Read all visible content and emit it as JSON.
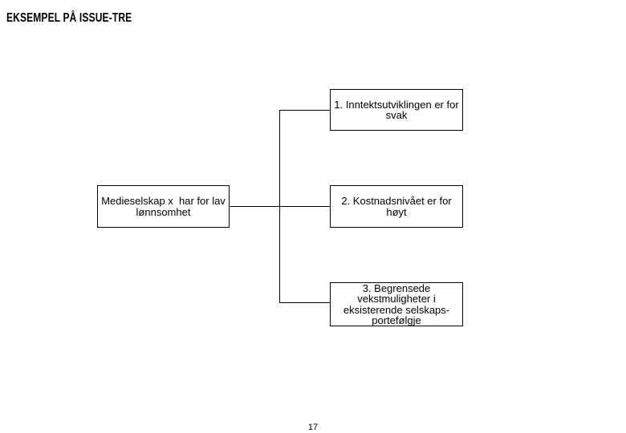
{
  "slide": {
    "title": "EKSEMPEL PÅ ISSUE-TRE",
    "page_number": "17"
  },
  "diagram": {
    "type": "issue-tree",
    "root": {
      "text": "Medieselskap x  har for lav\nlønnsomhet"
    },
    "branches": [
      {
        "text": "1. Inntektsutviklingen er for\nsvak"
      },
      {
        "text": "2. Kostnadsnivået er for\nhøyt"
      },
      {
        "text": "3. Begrensede\nvekstmuligheter i\neksisterende selskaps-\nportefølgje"
      }
    ],
    "colors": {
      "background": "#ffffff",
      "box_fill": "#ffffff",
      "box_border": "#000000",
      "line": "#000000",
      "text": "#000000"
    }
  }
}
